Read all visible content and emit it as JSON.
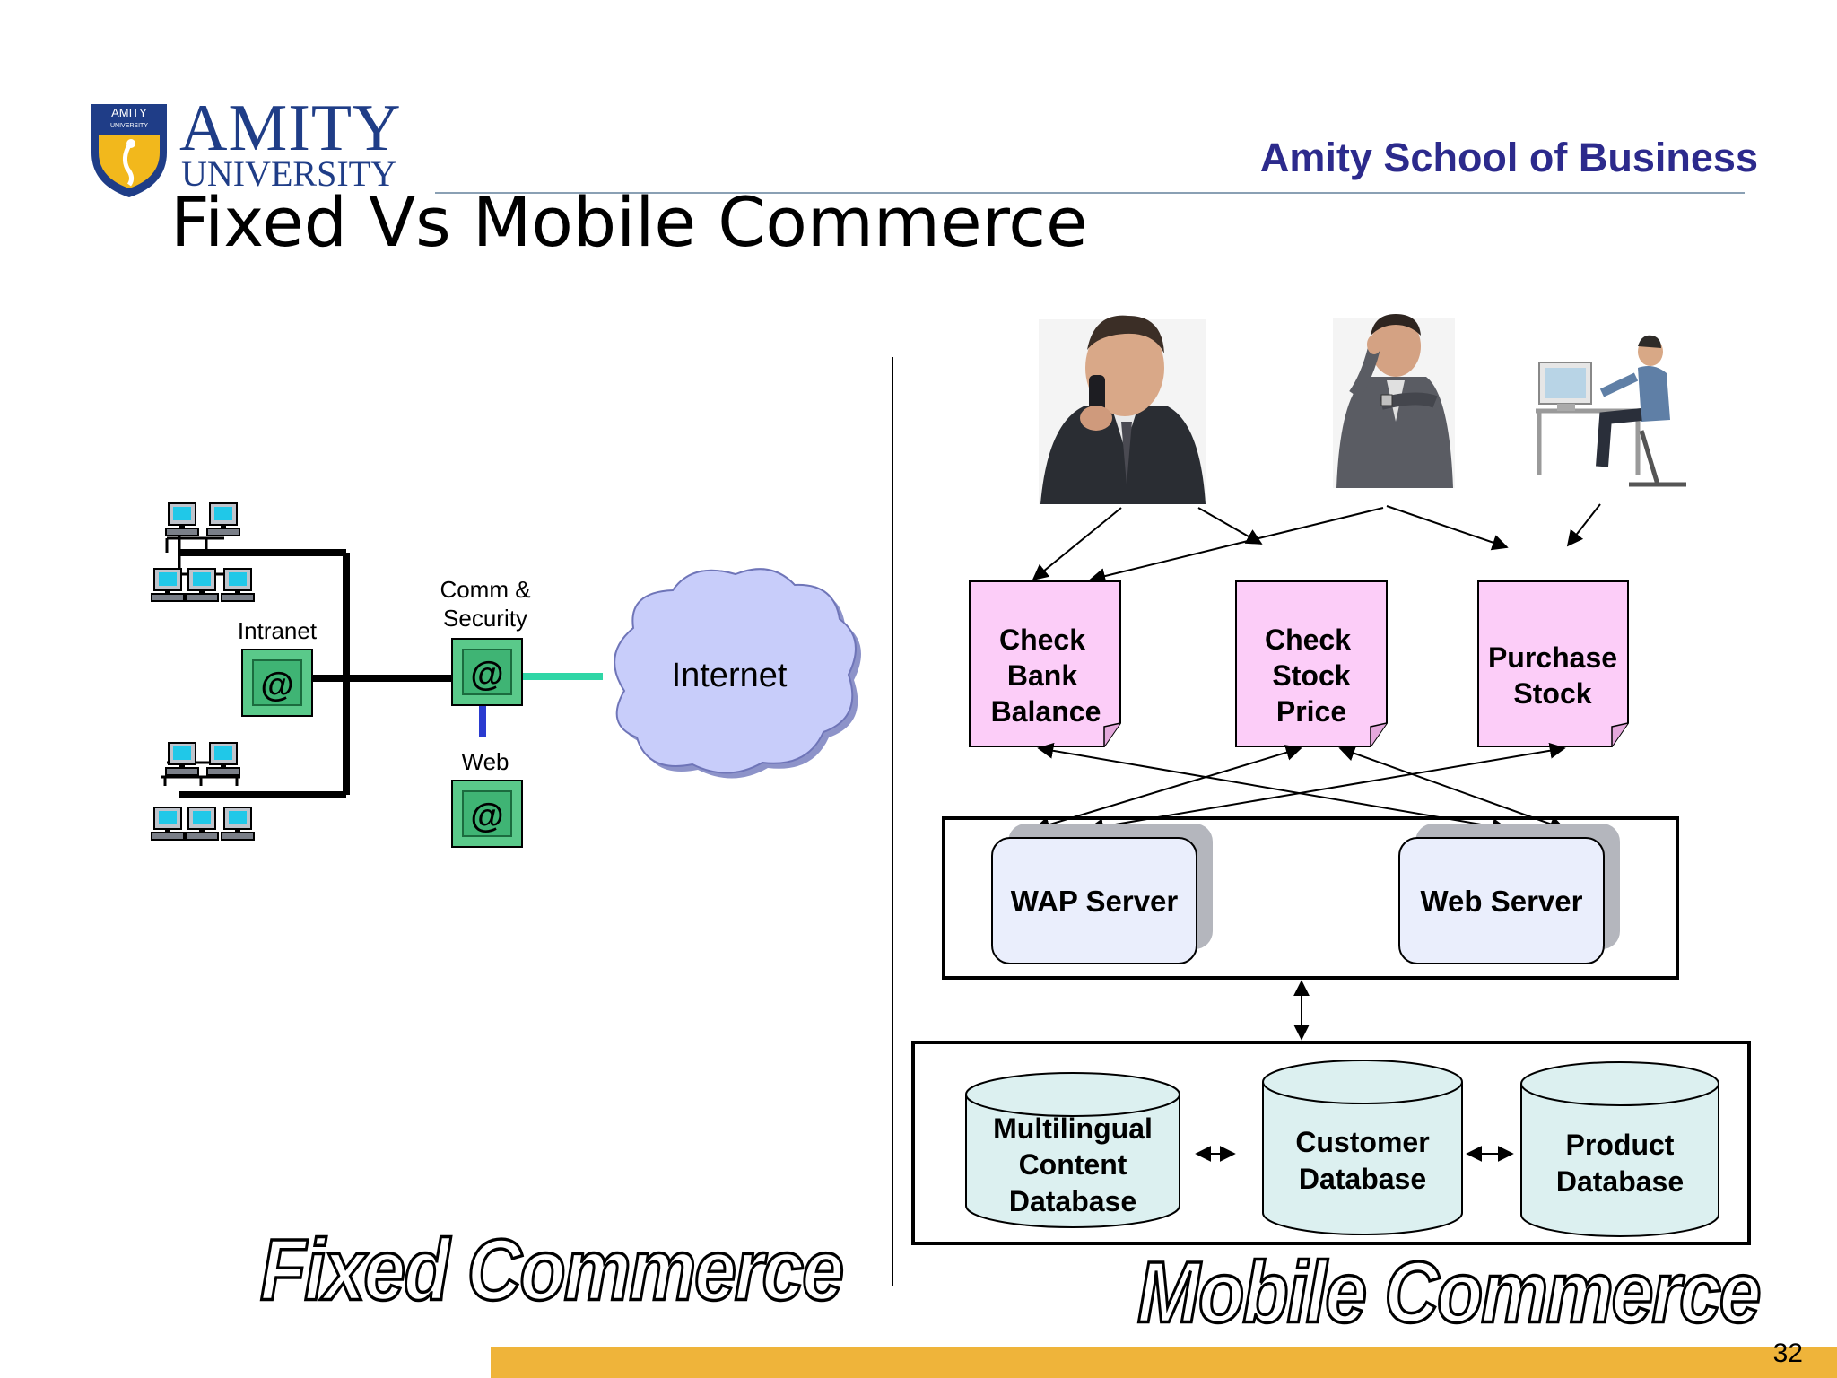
{
  "header": {
    "logo_word1": "AMITY",
    "logo_word2": "UNIVERSITY",
    "logo_shield_text": "AMITY",
    "logo_shield_subtext": "UNIVERSITY",
    "school_name": "Amity School of Business",
    "title": "Fixed Vs Mobile Commerce"
  },
  "fixed": {
    "intranet_label": "Intranet",
    "comm_label_line1": "Comm &",
    "comm_label_line2": "Security",
    "web_label": "Web",
    "internet_label": "Internet",
    "at_symbol": "@",
    "section_label": "Fixed Commerce"
  },
  "mobile": {
    "services": [
      {
        "lines": [
          "Check",
          "Bank",
          "Balance"
        ]
      },
      {
        "lines": [
          "Check",
          "Stock",
          "Price"
        ]
      },
      {
        "lines": [
          "Purchase",
          "Stock"
        ]
      }
    ],
    "servers": [
      "WAP Server",
      "Web Server"
    ],
    "databases": [
      {
        "lines": [
          "Multilingual",
          "Content",
          "Database"
        ]
      },
      {
        "lines": [
          "Customer",
          "Database"
        ]
      },
      {
        "lines": [
          "Product",
          "Database"
        ]
      }
    ],
    "section_label": "Mobile Commerce"
  },
  "footer": {
    "page_number": "32"
  },
  "colors": {
    "brand_blue": "#1f3d87",
    "school_purple": "#2c2a8c",
    "service_pink": "#fccdf8",
    "server_fill": "#eaeefc",
    "db_fill": "#dcf0f0",
    "cloud_fill": "#c8cdfa",
    "node_green": "#5ac98a",
    "footer_gold": "#efb43a"
  }
}
